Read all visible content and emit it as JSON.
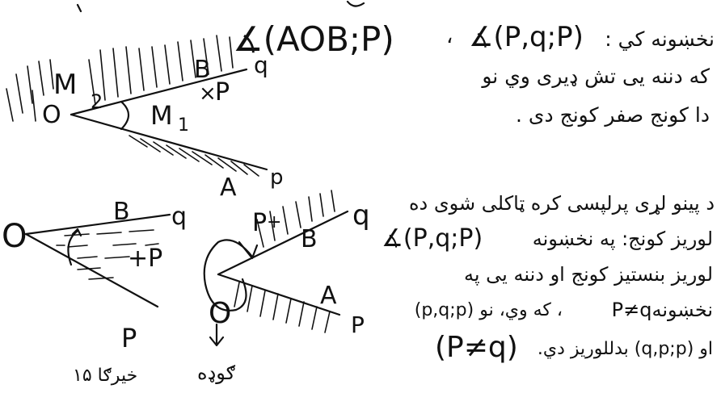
{
  "top_right": {
    "handwritten_angle_1": "∡(AOB;P)",
    "separator": "،",
    "handwritten_angle_2": "∡(P,q;P)",
    "line_1_prefix": "نخښونه کي :",
    "line_2": "که دننه یی تش ډیری وي نو",
    "line_3": "دا کونج صفر کونج دی ."
  },
  "bottom_right": {
    "line_1": "د پینو لړی پرلپسی کره ټاکلی شوی ده",
    "line_2_text": "لوریز کونج: په نخښونه",
    "line_2_hw": "∡(P,q;P)",
    "line_3": "لوریز بنستیز کونج او دننه یی په",
    "line_4_hw": "نخښونهP≠q",
    "line_4_text": "، که وي، نو (p,q;p)",
    "line_5_hw": "(P≠q)",
    "line_5_text": "او (q,p;p) بدللوریز دي."
  },
  "fig_top": {
    "labels": {
      "O": "O",
      "M": "M",
      "two": "2",
      "B": "B",
      "q": "q",
      "P": "P",
      "M1": "M",
      "sub1": "1",
      "x": "×",
      "A": "A",
      "p": "p"
    }
  },
  "fig_left": {
    "labels": {
      "O": "O",
      "B": "B",
      "q": "q",
      "plusP": "+P",
      "P": "P",
      "caption": "خیرګا ۱۵"
    }
  },
  "fig_right": {
    "labels": {
      "P": "P",
      "plus": "+",
      "q": "q",
      "B": "B",
      "A": "A",
      "O": "O",
      "p": "P",
      "caption": "ګوډه"
    }
  }
}
